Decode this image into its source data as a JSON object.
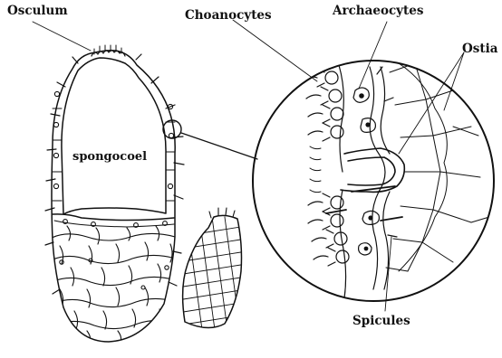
{
  "labels": {
    "osculum": "Osculum",
    "choanocytes": "Choanocytes",
    "archaeocytes": "Archaeocytes",
    "ostia": "Ostia",
    "spongocoel": "spongocoel",
    "spicules": "Spicules"
  },
  "colors": {
    "ink": "#111111",
    "paper": "#ffffff"
  }
}
